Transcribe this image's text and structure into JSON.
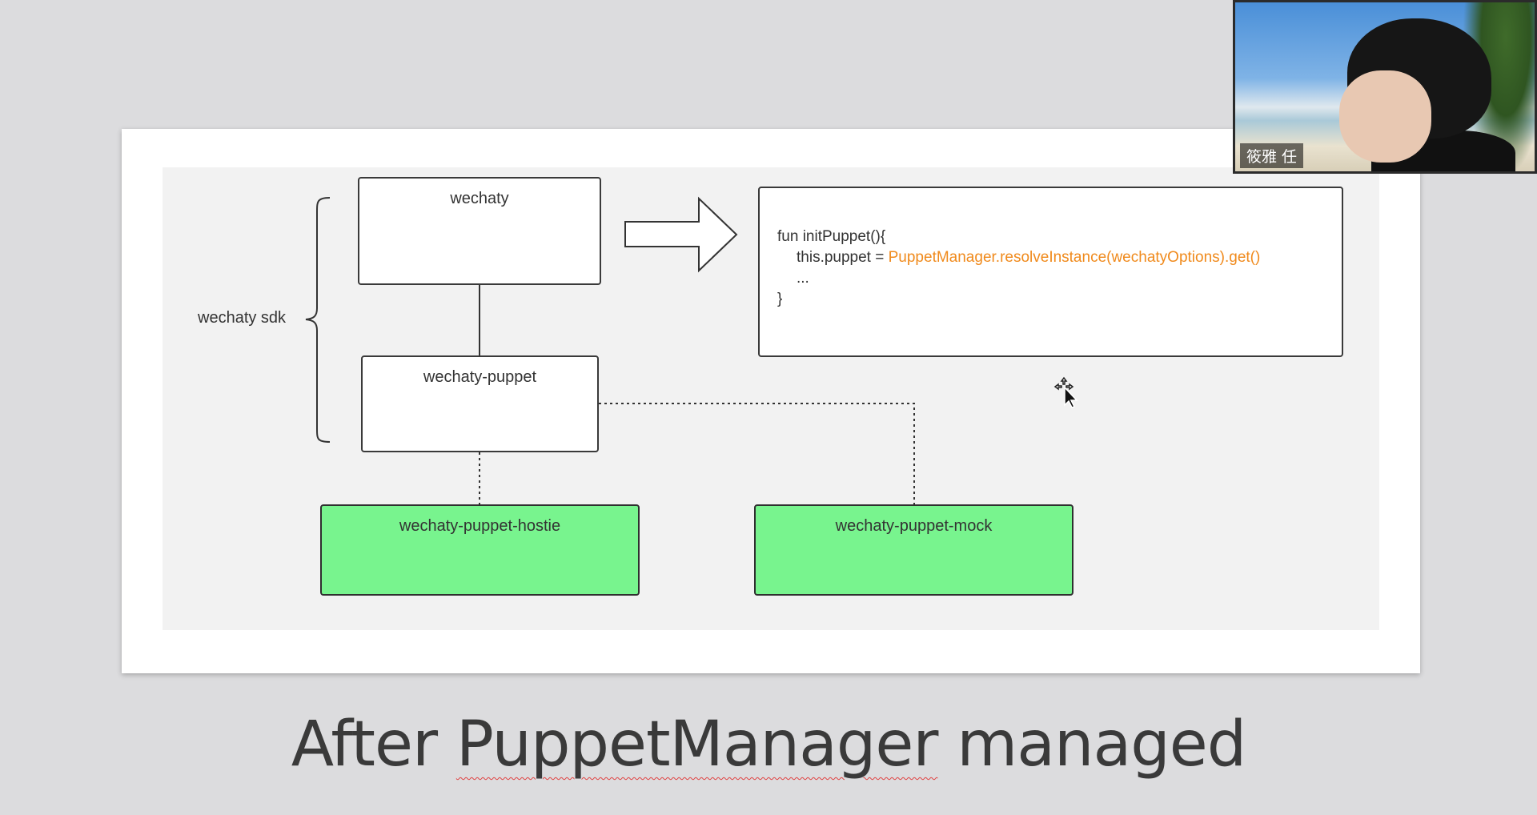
{
  "slide": {
    "diagram": {
      "sdk_label": "wechaty  sdk",
      "boxes": {
        "wechaty": "wechaty",
        "puppet": "wechaty-puppet",
        "hostie": "wechaty-puppet-hostie",
        "mock": "wechaty-puppet-mock"
      },
      "code": {
        "line1": "fun initPuppet(){",
        "line2_prefix": "this.puppet = ",
        "line2_accent": "PuppetManager.resolveInstance(wechatyOptions).get()",
        "line3": "...",
        "line4": "}"
      }
    },
    "caption_part1": "After ",
    "caption_part2": "PuppetManager",
    "caption_part3": " managed"
  },
  "video": {
    "participant_name": "筱雅 任"
  },
  "colors": {
    "green_box": "#78f48e",
    "code_accent": "#f08a1c",
    "diagram_bg": "#f2f2f2",
    "page_bg": "#dcdcde"
  },
  "icons": [
    "move-cursor-icon",
    "right-arrow-icon",
    "curly-brace-icon"
  ]
}
